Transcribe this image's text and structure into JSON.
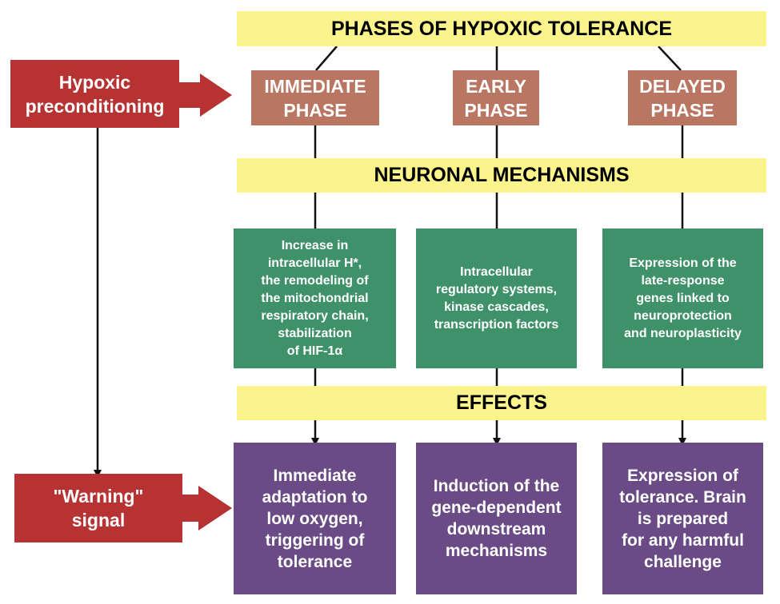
{
  "colors": {
    "band": "#fbf38c",
    "phase": "#b97763",
    "mechanism": "#3f9169",
    "effect": "#6a4b86",
    "trigger": "#b73233",
    "line": "#111111"
  },
  "header": {
    "title": "PHASES OF HYPOXIC TOLERANCE"
  },
  "phases": [
    {
      "label": "IMMEDIATE\nPHASE"
    },
    {
      "label": "EARLY\nPHASE"
    },
    {
      "label": "DELAYED\nPHASE"
    }
  ],
  "mechanisms_band": {
    "label": "NEURONAL MECHANISMS"
  },
  "mechanisms": [
    {
      "text": "Increase in\nintracellular H*,\nthe remodeling of\nthe mitochondrial\nrespiratory chain,\nstabilization\nof HIF-1α"
    },
    {
      "text": "Intracellular\nregulatory systems,\nkinase cascades,\ntranscription factors"
    },
    {
      "text": "Expression of the\nlate-response\ngenes linked to\nneuroprotection\nand neuroplasticity"
    }
  ],
  "effects_band": {
    "label": "EFFECTS"
  },
  "effects": [
    {
      "text": "Immediate\nadaptation to\nlow oxygen,\ntriggering of\ntolerance"
    },
    {
      "text": "Induction of the\ngene-dependent\ndownstream\nmechanisms"
    },
    {
      "text": "Expression of\ntolerance. Brain\nis prepared\nfor any harmful\nchallenge"
    }
  ],
  "preconditioning": {
    "label": "Hypoxic\npreconditioning"
  },
  "warning": {
    "label": "\"Warning\"\nsignal"
  }
}
